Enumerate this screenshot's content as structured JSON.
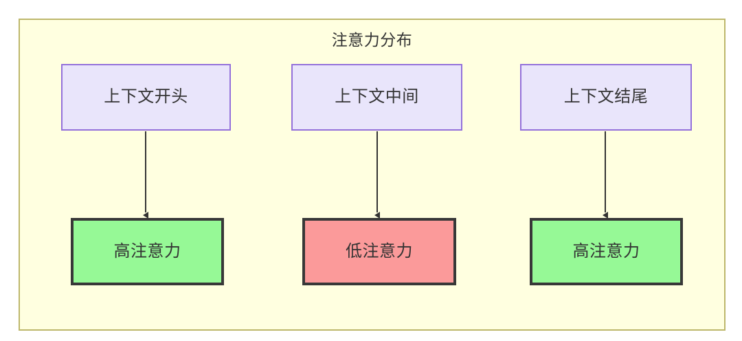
{
  "diagram": {
    "title": "注意力分布",
    "container_fill": "#ffffe0",
    "container_stroke": "#bdb76b",
    "text_color": "#333333",
    "edge_color": "#333333",
    "nodes": {
      "context": [
        {
          "id": "ctx-start",
          "label": "上下文开头",
          "fill": "#e9e5fb",
          "stroke": "#9370db"
        },
        {
          "id": "ctx-middle",
          "label": "上下文中间",
          "fill": "#e9e5fb",
          "stroke": "#9370db"
        },
        {
          "id": "ctx-end",
          "label": "上下文结尾",
          "fill": "#e9e5fb",
          "stroke": "#9370db"
        }
      ],
      "attention": [
        {
          "id": "att-start",
          "label": "高注意力",
          "fill": "#96f996",
          "stroke": "#383838"
        },
        {
          "id": "att-middle",
          "label": "低注意力",
          "fill": "#fb9a9a",
          "stroke": "#383838"
        },
        {
          "id": "att-end",
          "label": "高注意力",
          "fill": "#96f996",
          "stroke": "#383838"
        }
      ]
    },
    "edges": [
      {
        "from": "上下文开头",
        "to": "高注意力"
      },
      {
        "from": "上下文中间",
        "to": "低注意力"
      },
      {
        "from": "上下文结尾",
        "to": "高注意力"
      }
    ]
  }
}
